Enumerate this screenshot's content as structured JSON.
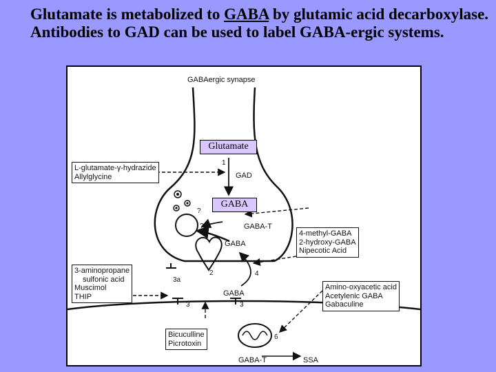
{
  "title": {
    "part1": "Glutamate is metabolized to ",
    "part2": "GABA",
    "part3": " by glutamic acid decarboxylase. Antibodies to GAD can be used to label GABA-ergic systems."
  },
  "figure": {
    "synapse_label": "GABAergic synapse",
    "highlight_glutamate": "Glutamate",
    "highlight_gaba": "GABA",
    "gad": "GAD",
    "gaba_t_top": "GABA-T",
    "gaba_mid": "GABA",
    "gaba_cleft": "GABA",
    "gaba_t_bottom": "GABA-T",
    "ssa": "SSA",
    "numbers": {
      "n1": "1",
      "n2": "2",
      "n3a": "3a",
      "n3": "3",
      "n3b": "3",
      "n4": "4",
      "n6": "6",
      "q1": "?",
      "q2": "?"
    },
    "box_gad_inhibitors": [
      "L-glutamate-γ-hydrazide",
      "Allylglycine"
    ],
    "box_uptake_inhibitors": [
      "4-methyl-GABA",
      "2-hydroxy-GABA",
      "Nipecotic Acid"
    ],
    "box_agonists": [
      "3-aminopropane",
      "sulfonic acid",
      "Muscimol",
      "THIP"
    ],
    "box_gabat_inhibitors": [
      "Amino-oxyacetic acid",
      "Acetylenic GABA",
      "Gabaculine"
    ],
    "box_antagonists": [
      "Bicuculline",
      "Picrotoxin"
    ]
  }
}
